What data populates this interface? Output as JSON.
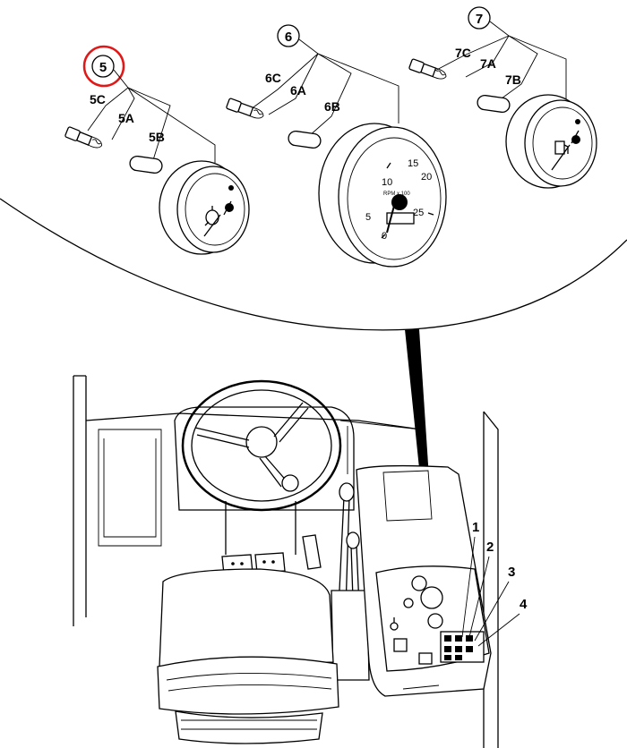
{
  "highlight_color": "#e01818",
  "assemblies": [
    {
      "callout": "5",
      "parts": [
        "5C",
        "5A",
        "5B"
      ],
      "highlighted": true
    },
    {
      "callout": "6",
      "parts": [
        "6C",
        "6A",
        "6B"
      ],
      "highlighted": false
    },
    {
      "callout": "7",
      "parts": [
        "7C",
        "7A",
        "7B"
      ],
      "highlighted": false
    }
  ],
  "tachometer": {
    "scale_labels": [
      "0",
      "5",
      "10",
      "15",
      "20",
      "25"
    ],
    "unit": "RPM x 100"
  },
  "panel_callouts": [
    "1",
    "2",
    "3",
    "4"
  ],
  "icons": {
    "gauge_5": "oil-pressure-icon",
    "gauge_7": "fuel-pump-icon"
  }
}
